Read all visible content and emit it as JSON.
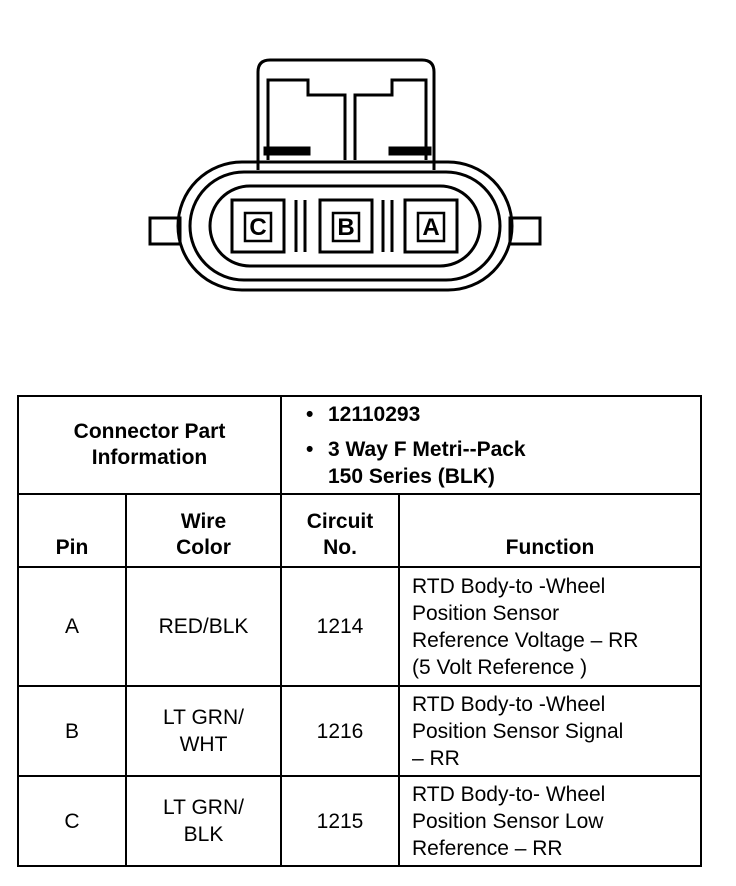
{
  "connector": {
    "cavities": [
      "C",
      "B",
      "A"
    ]
  },
  "table": {
    "part_info_label": [
      "Connector Part",
      "Information"
    ],
    "part_info": {
      "part_number": "12110293",
      "description_line1": "3 Way F Metri--Pack",
      "description_line2": "150 Series (BLK)"
    },
    "headers": {
      "pin": "Pin",
      "wire_color": [
        "Wire",
        "Color"
      ],
      "circuit": [
        "Circuit",
        "No."
      ],
      "function": "Function"
    },
    "rows": [
      {
        "pin": "A",
        "wire_color": [
          "RED/BLK"
        ],
        "circuit": "1214",
        "function": [
          "RTD Body-to -Wheel",
          "Position Sensor",
          "Reference Voltage – RR",
          "(5 Volt Reference )"
        ]
      },
      {
        "pin": "B",
        "wire_color": [
          "LT GRN/",
          "WHT"
        ],
        "circuit": "1216",
        "function": [
          "RTD Body-to -Wheel",
          "Position Sensor Signal",
          "– RR"
        ]
      },
      {
        "pin": "C",
        "wire_color": [
          "LT GRN/",
          "BLK"
        ],
        "circuit": "1215",
        "function": [
          "RTD Body-to- Wheel",
          "Position Sensor Low",
          "Reference – RR"
        ]
      }
    ]
  }
}
